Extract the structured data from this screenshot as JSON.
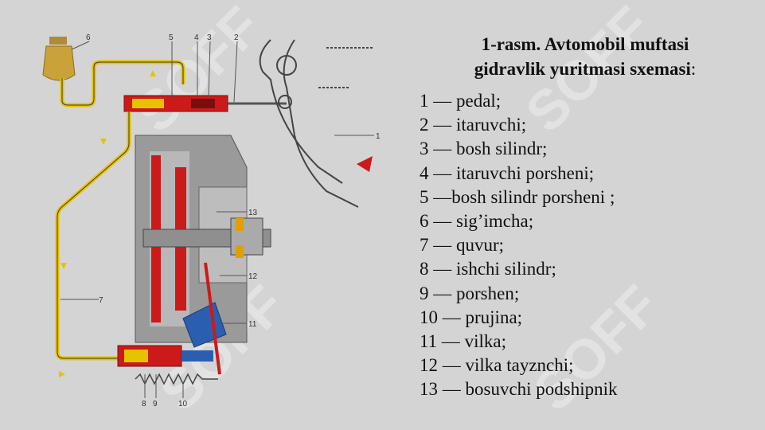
{
  "title": {
    "line1": "1-rasm. Avtomobil muftasi",
    "line2": "gidravlik yuritmasi sxemasi",
    "colon": ":"
  },
  "legend": [
    "1 — pedal;",
    "2 — itaruvchi;",
    "3 — bosh silindr;",
    "4 — itaruvchi porsheni;",
    "5 —bosh silindr porsheni ;",
    "6 — sig’imcha;",
    "7 — quvur;",
    "8 — ishchi silindr;",
    "9 — porshen;",
    "10 — prujina;",
    "11 — vilka;",
    "12 — vilka tayznchi;",
    "13 — bosuvchi podshipnik"
  ],
  "diagram": {
    "callouts": {
      "n1": "1",
      "n2": "2",
      "n3": "3",
      "n4": "4",
      "n5": "5",
      "n6": "6",
      "n7": "7",
      "n8": "8",
      "n9": "9",
      "n10": "10",
      "n11": "11",
      "n12": "12",
      "n13": "13"
    },
    "colors": {
      "pipe": "#e6c200",
      "cylinder": "#cc1a1a",
      "housing": "#909090",
      "fork": "#2a5fb0",
      "arrow": "#cc1a1a"
    }
  },
  "watermark": {
    "text": "SOFF",
    "color": "#e2e2e2"
  }
}
